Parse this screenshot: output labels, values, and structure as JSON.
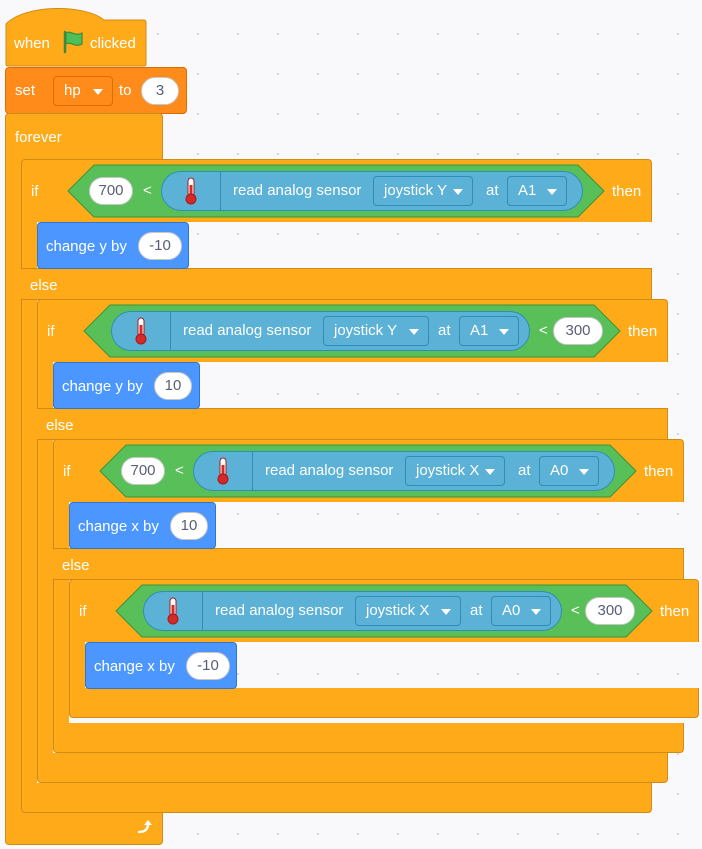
{
  "colors": {
    "control": "#ffab19",
    "variables": "#ff8c1a",
    "motion": "#4c97ff",
    "operators": "#59c059",
    "sensor": "#5cb1d6"
  },
  "hat": {
    "label_when": "when",
    "label_clicked": "clicked",
    "icon": "green-flag-icon"
  },
  "set_block": {
    "label_set": "set",
    "variable": "hp",
    "label_to": "to",
    "value": "3"
  },
  "forever": {
    "label": "forever",
    "icon": "loop-arrow-icon"
  },
  "keywords": {
    "if": "if",
    "then": "then",
    "else": "else",
    "lt": "<",
    "sensor": "read analog sensor",
    "at": "at"
  },
  "conditions": [
    {
      "left": "700",
      "sensor": "joystick Y",
      "pin": "A1",
      "right": ""
    },
    {
      "left": "",
      "sensor": "joystick Y",
      "pin": "A1",
      "right": "300"
    },
    {
      "left": "700",
      "sensor": "joystick X",
      "pin": "A0",
      "right": ""
    },
    {
      "left": "",
      "sensor": "joystick X",
      "pin": "A0",
      "right": "300"
    }
  ],
  "motion_blocks": [
    {
      "label": "change y by",
      "value": "-10"
    },
    {
      "label": "change y by",
      "value": "10"
    },
    {
      "label": "change x by",
      "value": "10"
    },
    {
      "label": "change x by",
      "value": "-10"
    }
  ]
}
